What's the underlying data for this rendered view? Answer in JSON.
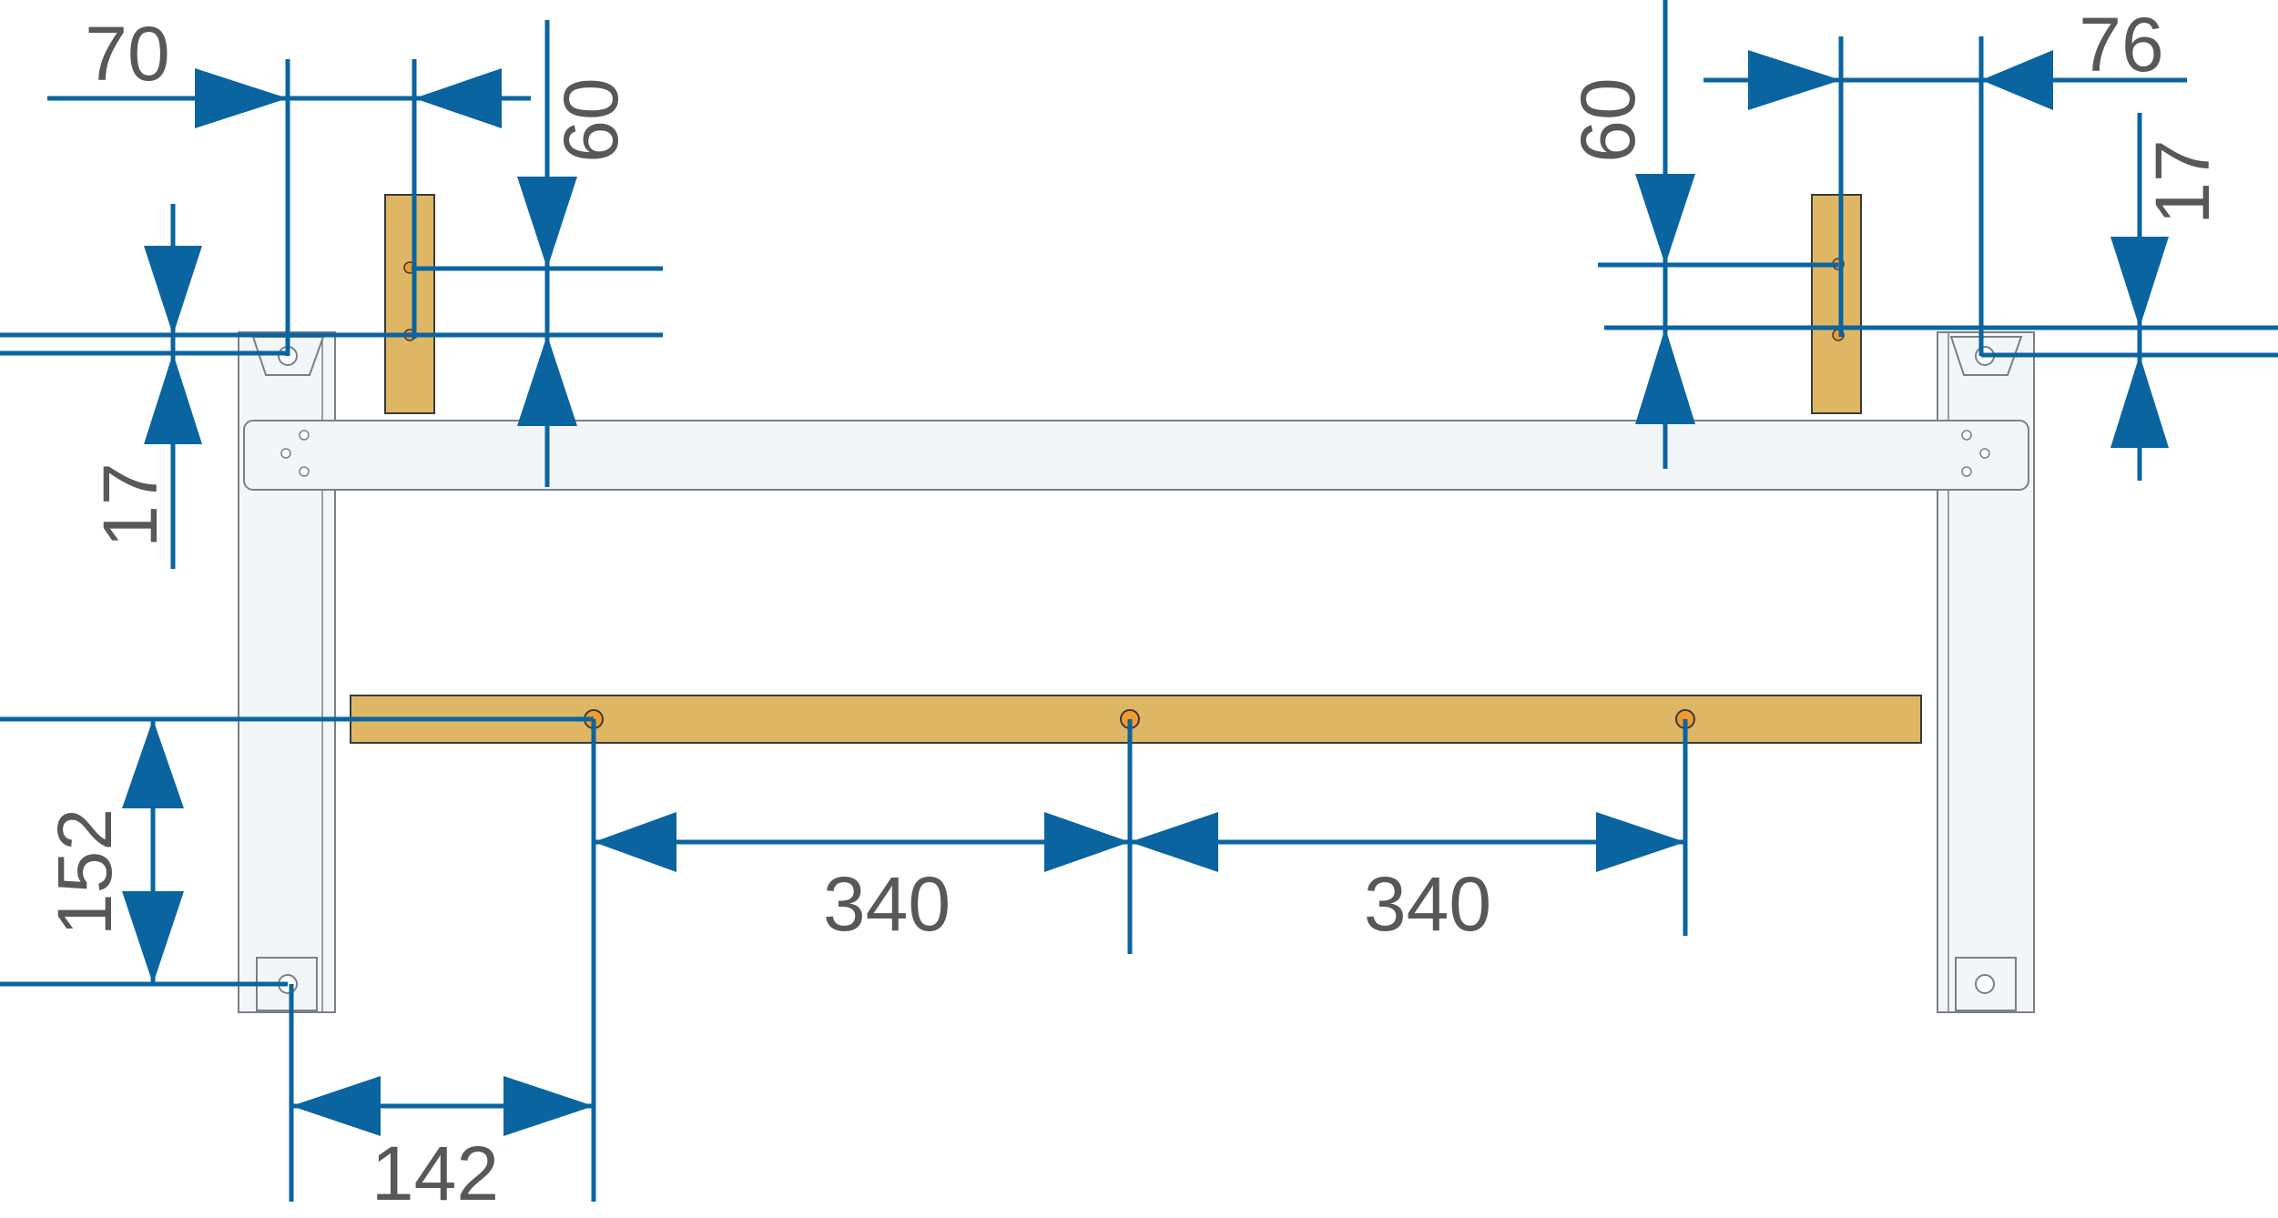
{
  "colors": {
    "dimension": "#0a64a0",
    "wood": "#dfb764",
    "wood_edge": "#3a3a3a",
    "frame": "#f3f6f9",
    "frame_edge": "#7a8088",
    "hole_fill": "#f19a2e",
    "text": "#58585a"
  },
  "dimensions": {
    "top_left_horizontal": "70",
    "top_left_vertical": "60",
    "left_vertical": "17",
    "top_right_vertical": "60",
    "top_right_horizontal": "76",
    "right_vertical": "17",
    "bottom_left_vertical": "152",
    "bottom_left_horizontal": "142",
    "bottom_span_1": "340",
    "bottom_span_2": "340"
  }
}
